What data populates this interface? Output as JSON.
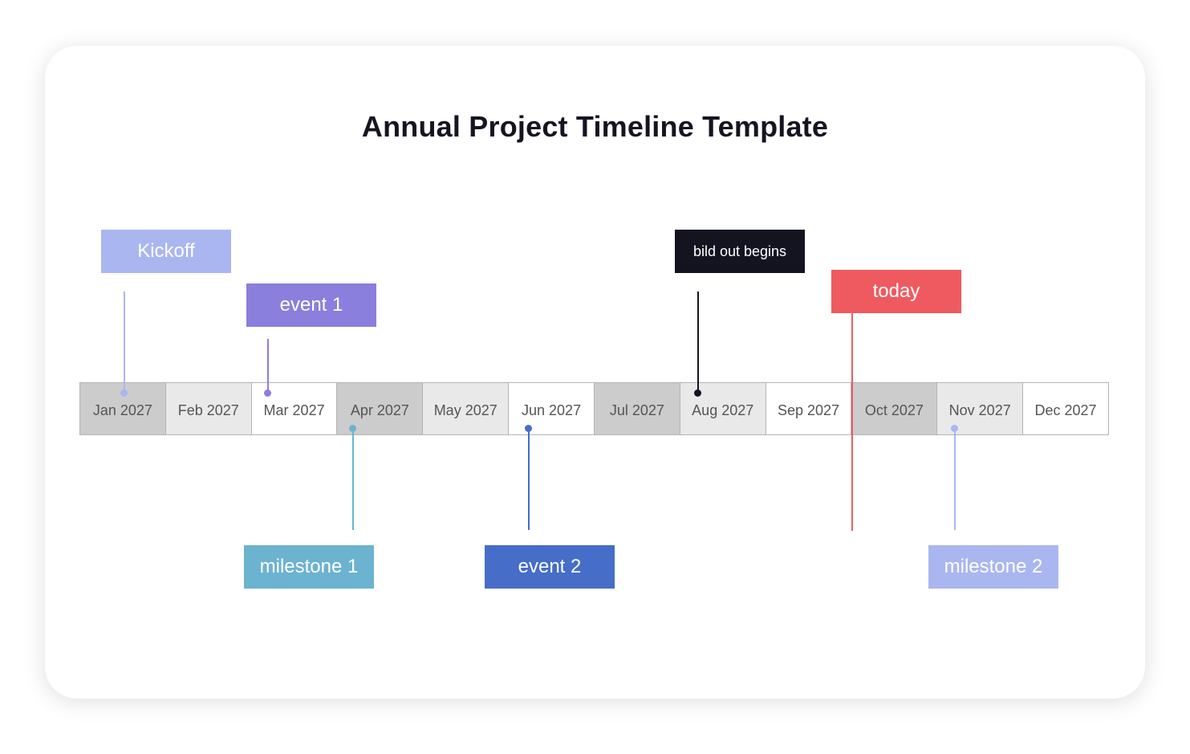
{
  "title": "Annual Project Timeline Template",
  "months": [
    {
      "label": "Jan 2027",
      "shade": "dark"
    },
    {
      "label": "Feb 2027",
      "shade": "light"
    },
    {
      "label": "Mar 2027",
      "shade": "white"
    },
    {
      "label": "Apr 2027",
      "shade": "dark"
    },
    {
      "label": "May 2027",
      "shade": "light"
    },
    {
      "label": "Jun 2027",
      "shade": "white"
    },
    {
      "label": "Jul 2027",
      "shade": "dark"
    },
    {
      "label": "Aug 2027",
      "shade": "light"
    },
    {
      "label": "Sep 2027",
      "shade": "white"
    },
    {
      "label": "Oct 2027",
      "shade": "dark"
    },
    {
      "label": "Nov 2027",
      "shade": "light"
    },
    {
      "label": "Dec 2027",
      "shade": "white"
    }
  ],
  "events": [
    {
      "label": "Kickoff",
      "month": "Jan 2027",
      "position": "above",
      "color": "#aab6f0"
    },
    {
      "label": "event 1",
      "month": "Mar 2027",
      "position": "above",
      "color": "#8a7fdc"
    },
    {
      "label": "milestone 1",
      "month": "Apr 2027",
      "position": "below",
      "color": "#6cb3d0"
    },
    {
      "label": "event 2",
      "month": "Jun 2027",
      "position": "below",
      "color": "#466dc8"
    },
    {
      "label": "bild out begins",
      "month": "Aug 2027",
      "position": "above",
      "color": "#141420"
    },
    {
      "label": "today",
      "month": "Oct 2027",
      "position": "above",
      "color": "#ef5a60"
    },
    {
      "label": "milestone 2",
      "month": "Nov 2027",
      "position": "below",
      "color": "#aab6f0"
    }
  ]
}
